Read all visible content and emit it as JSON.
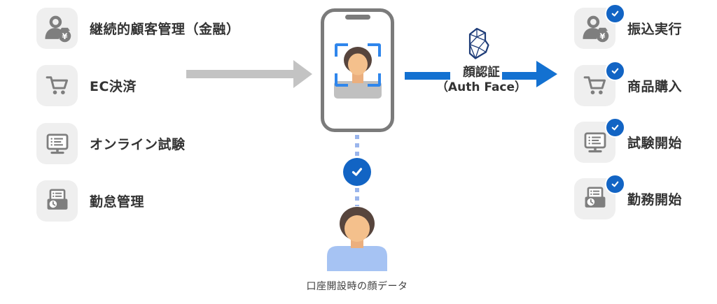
{
  "left_column": {
    "items": [
      {
        "label": "継続的顧客管理（金融）",
        "icon": "person-money-icon"
      },
      {
        "label": "EC決済",
        "icon": "cart-icon"
      },
      {
        "label": "オンライン試験",
        "icon": "monitor-icon"
      },
      {
        "label": "勤怠管理",
        "icon": "time-clock-icon"
      }
    ]
  },
  "right_column": {
    "items": [
      {
        "label": "振込実行",
        "icon": "person-money-icon",
        "badge": "check"
      },
      {
        "label": "商品購入",
        "icon": "cart-icon",
        "badge": "check"
      },
      {
        "label": "試験開始",
        "icon": "monitor-icon",
        "badge": "check"
      },
      {
        "label": "勤務開始",
        "icon": "time-clock-icon",
        "badge": "check"
      }
    ]
  },
  "center": {
    "logo": "auth-face-polygon-logo",
    "arrow_label_line1": "顔認証",
    "arrow_label_line2": "（Auth Face）",
    "bottom_caption": "口座開設時の顔データ"
  },
  "icons": {
    "yen_glyph": "¥"
  },
  "colors": {
    "accent_blue": "#1371d1",
    "check_blue": "#1264c4",
    "bracket_blue": "#2f86ec",
    "dotted_blue": "#9ab5ec",
    "logo_navy": "#1e3c78",
    "icon_gray": "#7e7e7e",
    "tile_gray": "#efefef",
    "arrow_gray": "#c3c3c3",
    "phone_gray": "#7b7b7b",
    "shirt_blue": "#a6c3f3",
    "skin": "#f4c08c",
    "hair": "#57453d",
    "text": "#333333"
  }
}
